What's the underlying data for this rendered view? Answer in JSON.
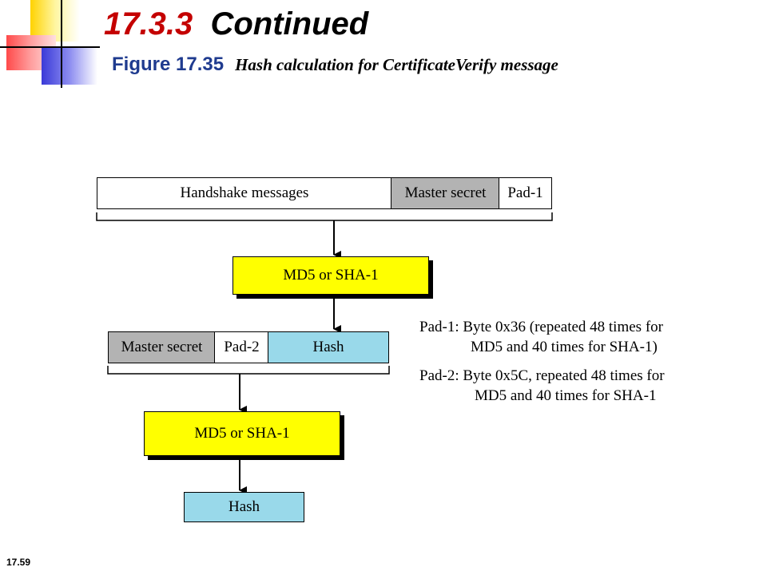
{
  "slide": {
    "title_number": "17.3.3",
    "title_text": "Continued",
    "figure_label": "Figure 17.35",
    "figure_caption": "Hash calculation for CertificateVerify message",
    "slide_number": "17.59"
  },
  "diagram": {
    "row1": {
      "handshake": "Handshake messages",
      "master_secret": "Master secret",
      "pad": "Pad-1"
    },
    "hash_box_1": "MD5 or SHA-1",
    "row2": {
      "master_secret": "Master secret",
      "pad": "Pad-2",
      "hash": "Hash"
    },
    "hash_box_2": "MD5 or SHA-1",
    "output": "Hash",
    "notes": {
      "pad1_line1": "Pad-1: Byte 0x36 (repeated 48 times for",
      "pad1_line2": "MD5 and 40 times for SHA-1)",
      "pad2_line1": "Pad-2: Byte 0x5C, repeated 48 times for",
      "pad2_line2": "MD5 and 40 times for SHA-1"
    }
  },
  "colors": {
    "yellow": "#ffff00",
    "gray": "#b3b3b3",
    "cyan": "#99d9ea",
    "title_red": "#c40000",
    "figure_blue": "#1f3b8f"
  }
}
